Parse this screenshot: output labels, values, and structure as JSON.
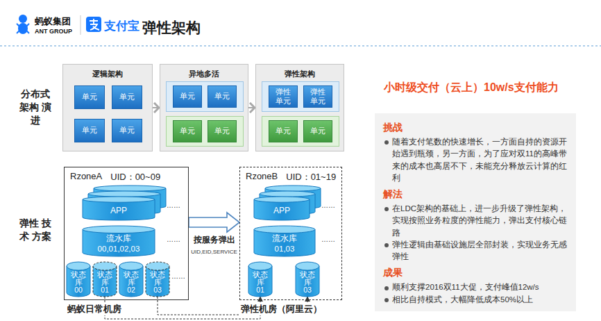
{
  "diagram": {
    "title": "弹性架构",
    "nodes": [
      {
        "text": [
          "逻辑架构"
        ]
      },
      {
        "text": [
          "单元"
        ],
        "in": 0
      },
      {
        "text": [
          "单元"
        ],
        "in": 0
      },
      {
        "text": [
          "单元"
        ],
        "in": 0
      },
      {
        "text": [
          "单元"
        ],
        "in": 0
      },
      {
        "text": [
          "异地多活"
        ]
      },
      {
        "text": [
          "单元"
        ],
        "in": 5
      },
      {
        "text": [
          "单元"
        ],
        "in": 5
      },
      {
        "text": [
          "单元"
        ],
        "in": 5
      },
      {
        "text": [
          "单元"
        ],
        "in": 5
      },
      {
        "text": [
          "弹性架构"
        ]
      },
      {
        "text": [
          "弹性 单元"
        ],
        "in": 10
      },
      {
        "text": [
          "弹性 单元"
        ],
        "in": 10
      },
      {
        "text": [
          "单元"
        ],
        "in": 10
      },
      {
        "text": [
          "单元"
        ],
        "in": 10
      },
      {
        "text": [
          "RzoneA",
          "UID：00~09"
        ]
      },
      {
        "text": [
          "APP"
        ],
        "in": 15
      },
      {
        "text": [
          "流水库",
          "00,01,02,03"
        ],
        "in": 15
      },
      {
        "text": [
          "状态库",
          "00"
        ],
        "in": 15
      },
      {
        "text": [
          "状态库",
          "01"
        ],
        "in": 15
      },
      {
        "text": [
          "状态库",
          "02"
        ],
        "in": 15
      },
      {
        "text": [
          "状态库",
          "03"
        ],
        "in": 15
      },
      {
        "text": [
          "RzoneB",
          "UID：01~19"
        ]
      },
      {
        "text": [
          "APP"
        ],
        "in": 22
      },
      {
        "text": [
          "流水库",
          "01,03"
        ],
        "in": 22
      },
      {
        "text": [
          "状态库",
          "01"
        ],
        "in": 22
      },
      {
        "text": [
          "状态库",
          "03"
        ],
        "in": 22
      },
      {
        "text": [
          "挑战",
          "随着支付笔数的快速增长，一方面自持的资源开始遇到瓶颈，另一方面，为了应对双11的高峰带来的成本也高居不下，未能充分释放云计算的红利",
          "解法",
          "在LDC架构的基础上，进一步升级了弹性架构，实现按照业务粒度的弹性能力，弹出支付核心链路",
          "弹性逻辑由基础设施层全部封装，实现业务无感弹性",
          "成果",
          "顺利支撑2016双11大促，支付峰值12w/s",
          "相比自持模式，大幅降低成本50%以上"
        ]
      }
    ],
    "edges": [
      {
        "from": 0,
        "to": 5,
        "arrow": "to"
      },
      {
        "from": 5,
        "to": 10,
        "arrow": "to"
      },
      {
        "from": 15,
        "to": 22,
        "arrow": "to",
        "label": "按服务弹出"
      },
      {
        "from": 19,
        "to": 25,
        "arrow": "to"
      },
      {
        "from": 21,
        "to": 26,
        "arrow": "to"
      }
    ],
    "labels": [
      "蚂蚁集团",
      "ANT GROUP",
      "支付宝",
      "分布式 架构 演进",
      "弹性 技术 方案",
      "……",
      "……",
      "……",
      "……",
      "……",
      "UID,EID,SERVICE",
      "蚂蚁日常机房",
      "弹性机房（阿里云）",
      "小时级交付（云上）10w/s支付能力"
    ]
  }
}
